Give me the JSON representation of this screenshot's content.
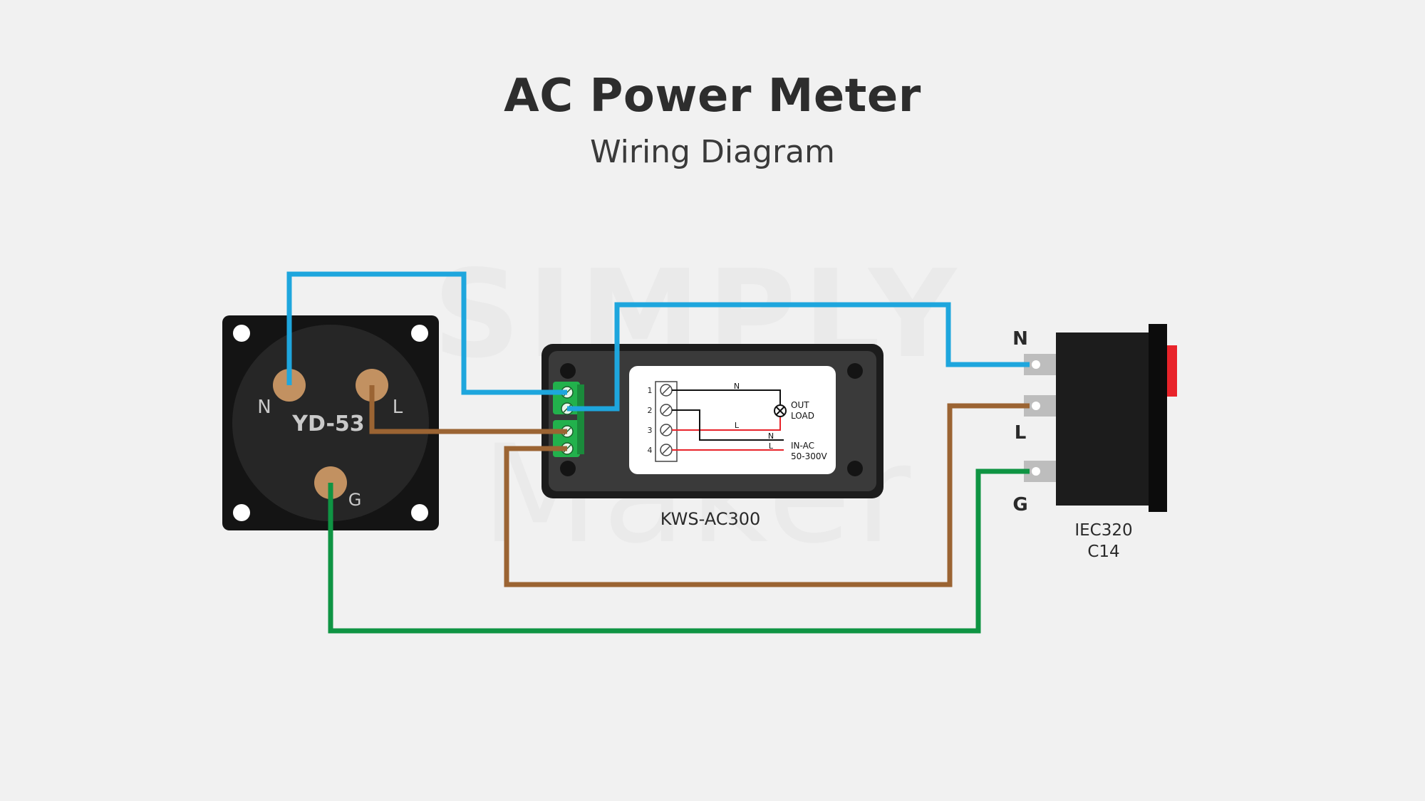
{
  "header": {
    "title": "AC Power Meter",
    "subtitle": "Wiring Diagram"
  },
  "watermark": {
    "line1": "SIMPLY",
    "line2": "Maker"
  },
  "socket": {
    "model": "YD-53",
    "pin_n": "N",
    "pin_l": "L",
    "pin_g": "G"
  },
  "meter": {
    "model": "KWS-AC300",
    "terminals": [
      "1",
      "2",
      "3",
      "4"
    ],
    "wire_n_top": "N",
    "wire_l_mid": "L",
    "wire_n_low": "N",
    "wire_l_low": "L",
    "out_label": "OUT",
    "load_label": "LOAD",
    "in_label": "IN-AC",
    "range_label": "50-300V"
  },
  "inlet": {
    "model_line1": "IEC320",
    "model_line2": "C14",
    "pin_n": "N",
    "pin_l": "L",
    "pin_g": "G"
  },
  "colors": {
    "neutral_wire": "#1ea6dd",
    "live_wire": "#9b6433",
    "ground_wire": "#0f9443",
    "terminal_block": "#22b14c",
    "power_switch": "#e8232a",
    "pin_copper": "#c29161"
  }
}
